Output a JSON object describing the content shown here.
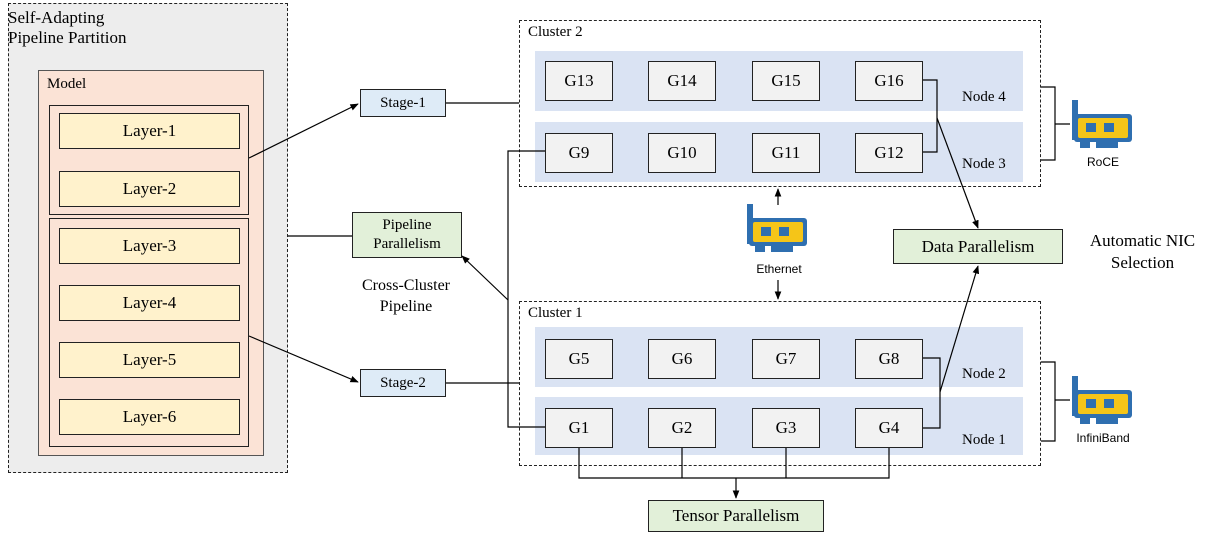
{
  "pipeline_partition": {
    "title": "Self-Adapting Pipeline Partition",
    "model_label": "Model"
  },
  "layers": [
    "Layer-1",
    "Layer-2",
    "Layer-3",
    "Layer-4",
    "Layer-5",
    "Layer-6"
  ],
  "stages": {
    "stage1": "Stage-1",
    "stage2": "Stage-2"
  },
  "parallelism": {
    "pipeline": "Pipeline Parallelism",
    "data": "Data Parallelism",
    "tensor": "Tensor Parallelism",
    "cross_cluster": "Cross-Cluster Pipeline",
    "nic_selection": "Automatic NIC Selection"
  },
  "clusters": {
    "cluster2": {
      "label": "Cluster 2",
      "node4": {
        "label": "Node 4",
        "gpus": [
          "G13",
          "G14",
          "G15",
          "G16"
        ]
      },
      "node3": {
        "label": "Node 3",
        "gpus": [
          "G9",
          "G10",
          "G11",
          "G12"
        ]
      }
    },
    "cluster1": {
      "label": "Cluster 1",
      "node2": {
        "label": "Node 2",
        "gpus": [
          "G5",
          "G6",
          "G7",
          "G8"
        ]
      },
      "node1": {
        "label": "Node 1",
        "gpus": [
          "G1",
          "G2",
          "G3",
          "G4"
        ]
      }
    }
  },
  "nics": {
    "roce": "RoCE",
    "ethernet": "Ethernet",
    "infiniband": "InfiniBand"
  },
  "colors": {
    "panel": "#ededed",
    "model": "#fbe3d6",
    "layer": "#fff2cc",
    "stage": "#deebf7",
    "parallel": "#e2f0d9",
    "node_band": "#dae3f3",
    "gpu": "#f2f2f2",
    "nic_blue": "#2f6fb0",
    "nic_gold": "#f5c518"
  }
}
